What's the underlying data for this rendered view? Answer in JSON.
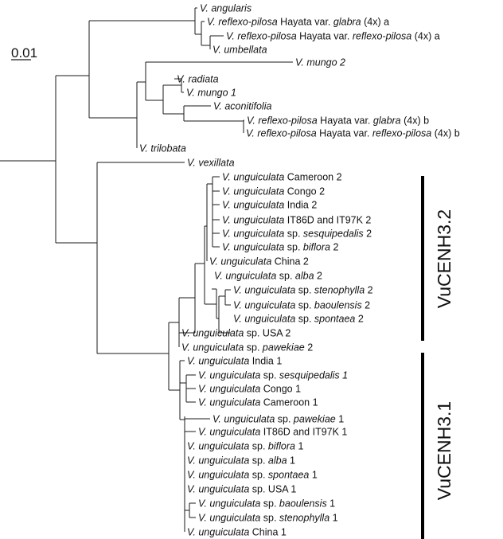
{
  "scale_bar": {
    "label": "0.01"
  },
  "leaves": [
    [
      {
        "t": "V. angularis",
        "i": true
      }
    ],
    [
      {
        "t": "V. reflexo-pilosa",
        "i": true
      },
      {
        "t": " Hayata var. ",
        "i": false
      },
      {
        "t": "glabra",
        "i": true
      },
      {
        "t": " (4x) a",
        "i": false
      }
    ],
    [
      {
        "t": "V. reflexo-pilosa",
        "i": true
      },
      {
        "t": " Hayata var. ",
        "i": false
      },
      {
        "t": "reflexo-pilosa",
        "i": true
      },
      {
        "t": " (4x) a",
        "i": false
      }
    ],
    [
      {
        "t": "V. umbellata",
        "i": true
      }
    ],
    [
      {
        "t": "V. mungo 2",
        "i": true
      }
    ],
    [
      {
        "t": "V. radiata",
        "i": true
      }
    ],
    [
      {
        "t": "V. mungo 1",
        "i": true
      }
    ],
    [
      {
        "t": "V. aconitifolia",
        "i": true
      }
    ],
    [
      {
        "t": "V. reflexo-pilosa",
        "i": true
      },
      {
        "t": " Hayata var. ",
        "i": false
      },
      {
        "t": "glabra",
        "i": true
      },
      {
        "t": " (4x) b",
        "i": false
      }
    ],
    [
      {
        "t": "V. reflexo-pilosa",
        "i": true
      },
      {
        "t": " Hayata var. ",
        "i": false
      },
      {
        "t": "reflexo-pilosa",
        "i": true
      },
      {
        "t": " (4x) b",
        "i": false
      }
    ],
    [
      {
        "t": "V. trilobata",
        "i": true
      }
    ],
    [
      {
        "t": "V. vexillata",
        "i": true
      }
    ],
    [
      {
        "t": "V. unguiculata",
        "i": true
      },
      {
        "t": " Cameroon 2",
        "i": false
      }
    ],
    [
      {
        "t": "V. unguiculata",
        "i": true
      },
      {
        "t": " Congo 2",
        "i": false
      }
    ],
    [
      {
        "t": "V. unguiculata",
        "i": true
      },
      {
        "t": " India 2",
        "i": false
      }
    ],
    [
      {
        "t": "V. unguiculata",
        "i": true
      },
      {
        "t": " IT86D and IT97K 2",
        "i": false
      }
    ],
    [
      {
        "t": "V. unguiculata",
        "i": true
      },
      {
        "t": " sp. ",
        "i": false
      },
      {
        "t": "sesquipedalis",
        "i": true
      },
      {
        "t": " 2",
        "i": false
      }
    ],
    [
      {
        "t": "V. unguiculata",
        "i": true
      },
      {
        "t": " sp. ",
        "i": false
      },
      {
        "t": "biflora",
        "i": true
      },
      {
        "t": " 2",
        "i": false
      }
    ],
    [
      {
        "t": "V. unguiculata",
        "i": true
      },
      {
        "t": " China 2",
        "i": false
      }
    ],
    [
      {
        "t": "V. unguiculata",
        "i": true
      },
      {
        "t": " sp. ",
        "i": false
      },
      {
        "t": "alba",
        "i": true
      },
      {
        "t": " 2",
        "i": false
      }
    ],
    [
      {
        "t": "V. unguiculata",
        "i": true
      },
      {
        "t": " sp. ",
        "i": false
      },
      {
        "t": "stenophylla",
        "i": true
      },
      {
        "t": " 2",
        "i": false
      }
    ],
    [
      {
        "t": "V. unguiculata",
        "i": true
      },
      {
        "t": " sp. ",
        "i": false
      },
      {
        "t": "baoulensis",
        "i": true
      },
      {
        "t": " 2",
        "i": false
      }
    ],
    [
      {
        "t": "V. unguiculata",
        "i": true
      },
      {
        "t": " sp. ",
        "i": false
      },
      {
        "t": "spontaea",
        "i": true
      },
      {
        "t": " 2",
        "i": false
      }
    ],
    [
      {
        "t": "V. unguiculata",
        "i": true
      },
      {
        "t": " sp. USA 2",
        "i": false
      }
    ],
    [
      {
        "t": "V. unguiculata",
        "i": true
      },
      {
        "t": " sp. ",
        "i": false
      },
      {
        "t": "pawekiae",
        "i": true
      },
      {
        "t": " 2",
        "i": false
      }
    ],
    [
      {
        "t": "V. unguiculata",
        "i": true
      },
      {
        "t": " India 1",
        "i": false
      }
    ],
    [
      {
        "t": "V. unguiculata",
        "i": true
      },
      {
        "t": " sp. ",
        "i": false
      },
      {
        "t": "sesquipedalis 1",
        "i": true
      }
    ],
    [
      {
        "t": "V. unguiculata",
        "i": true
      },
      {
        "t": " Congo 1",
        "i": false
      }
    ],
    [
      {
        "t": "V. unguiculata",
        "i": true
      },
      {
        "t": " Cameroon 1",
        "i": false
      }
    ],
    [
      {
        "t": "V. unguiculata",
        "i": true
      },
      {
        "t": " sp. ",
        "i": false
      },
      {
        "t": "pawekiae",
        "i": true
      },
      {
        "t": " 1",
        "i": false
      }
    ],
    [
      {
        "t": "V. unguiculata",
        "i": true
      },
      {
        "t": " IT86D and IT97K 1",
        "i": false
      }
    ],
    [
      {
        "t": "V. unguiculata",
        "i": true
      },
      {
        "t": " sp. ",
        "i": false
      },
      {
        "t": "biflora",
        "i": true
      },
      {
        "t": " 1",
        "i": false
      }
    ],
    [
      {
        "t": "V. unguiculata",
        "i": true
      },
      {
        "t": " sp. ",
        "i": false
      },
      {
        "t": "alba",
        "i": true
      },
      {
        "t": " 1",
        "i": false
      }
    ],
    [
      {
        "t": "V. unguiculata",
        "i": true
      },
      {
        "t": " sp. ",
        "i": false
      },
      {
        "t": "spontaea",
        "i": true
      },
      {
        "t": " 1",
        "i": false
      }
    ],
    [
      {
        "t": "V. unguiculata",
        "i": true
      },
      {
        "t": " sp. USA 1",
        "i": false
      }
    ],
    [
      {
        "t": "V. unguiculata",
        "i": true
      },
      {
        "t": " sp. ",
        "i": false
      },
      {
        "t": "baoulensis",
        "i": true
      },
      {
        "t": " 1",
        "i": false
      }
    ],
    [
      {
        "t": "V. unguiculata",
        "i": true
      },
      {
        "t": " sp. ",
        "i": false
      },
      {
        "t": "stenophylla",
        "i": true
      },
      {
        "t": " 1",
        "i": false
      }
    ],
    [
      {
        "t": "V. unguiculata",
        "i": true
      },
      {
        "t": " China 1",
        "i": false
      }
    ]
  ],
  "clades": [
    {
      "label": "VuCENH3.2"
    },
    {
      "label": "VuCENH3.1"
    }
  ]
}
